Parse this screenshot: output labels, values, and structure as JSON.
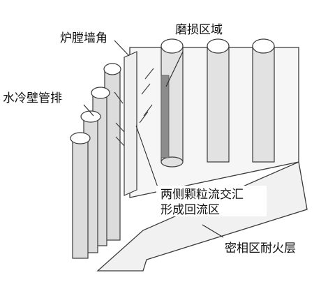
{
  "diagram": {
    "labels": {
      "furnace_corner": "炉膛墙角",
      "wear_zone": "磨损区域",
      "water_wall_tubes": "水冷壁管排",
      "convergence_line1": "两侧颗粒流交汇",
      "convergence_line2": "形成回流区",
      "refractory_layer": "密相区耐火层"
    },
    "colors": {
      "stroke": "#3a3a3a",
      "tube_fill": "#dcdcdc",
      "wall_fill": "#f4f4f4",
      "floor_fill": "#f0f0f0",
      "wear_fill": "#8c8c8c"
    }
  }
}
